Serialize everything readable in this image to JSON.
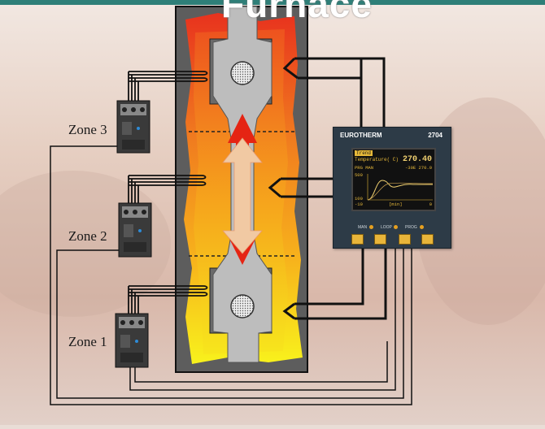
{
  "title": "Furnace",
  "zones": [
    {
      "label": "Zone 3"
    },
    {
      "label": "Zone 2"
    },
    {
      "label": "Zone 1"
    }
  ],
  "controller": {
    "brand": "EUROTHERM",
    "model": "2704",
    "screen": {
      "tab": "Trend",
      "param": "Temperature( C)",
      "value": "270.40",
      "line2_left": "PRG    MAN",
      "line2_right": "-30E   270.0",
      "y_max": "500",
      "y_min": "100",
      "x_left": "-10",
      "x_mid": "[min]",
      "x_right": "0"
    },
    "labels": [
      "MAN",
      "LOOP",
      "PROG"
    ]
  },
  "colors": {
    "furnace_frame": "#5a5a5a",
    "flame_outer": "#e8321e",
    "flame_inner": "#f6c21a",
    "specimen": "#bcbcbc",
    "arrow_red": "#e52413",
    "arrow_pale": "#f1c9a3",
    "controller_body": "#2d3b47",
    "screen_text": "#e7b93a",
    "wire": "#111111"
  }
}
